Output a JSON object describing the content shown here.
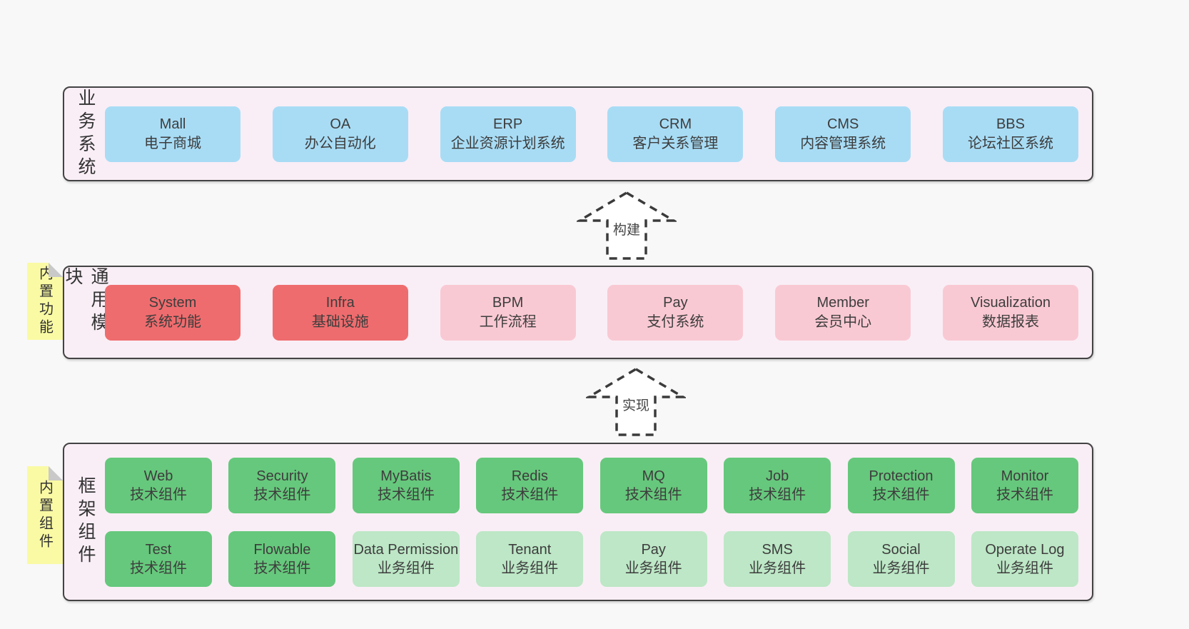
{
  "colors": {
    "pageBg": "#f8f8f8",
    "bandBg": "#f9eef6",
    "bandBorder": "#434343",
    "blue": "#a8dcf5",
    "red": "#ef6c6e",
    "pink": "#f9c9d3",
    "green": "#66c87c",
    "greenLight": "#bde7c6",
    "noteYellow": "#fafaa4",
    "noteFold": "#c9c9c9",
    "text": "#3a3a3a"
  },
  "arrows": [
    {
      "label": "构建"
    },
    {
      "label": "实现"
    }
  ],
  "bands": [
    {
      "label": "业务系统",
      "boxes": [
        {
          "title": "Mall",
          "subtitle": "电子商城"
        },
        {
          "title": "OA",
          "subtitle": "办公自动化"
        },
        {
          "title": "ERP",
          "subtitle": "企业资源计划系统"
        },
        {
          "title": "CRM",
          "subtitle": "客户关系管理"
        },
        {
          "title": "CMS",
          "subtitle": "内容管理系统"
        },
        {
          "title": "BBS",
          "subtitle": "论坛社区系统"
        }
      ]
    },
    {
      "label": "通用模块",
      "note": "内置功能",
      "boxes": [
        {
          "title": "System",
          "subtitle": "系统功能"
        },
        {
          "title": "Infra",
          "subtitle": "基础设施"
        },
        {
          "title": "BPM",
          "subtitle": "工作流程"
        },
        {
          "title": "Pay",
          "subtitle": "支付系统"
        },
        {
          "title": "Member",
          "subtitle": "会员中心"
        },
        {
          "title": "Visualization",
          "subtitle": "数据报表"
        }
      ]
    },
    {
      "label": "框架组件",
      "note": "内置组件",
      "rows": [
        [
          {
            "title": "Web",
            "subtitle": "技术组件"
          },
          {
            "title": "Security",
            "subtitle": "技术组件"
          },
          {
            "title": "MyBatis",
            "subtitle": "技术组件"
          },
          {
            "title": "Redis",
            "subtitle": "技术组件"
          },
          {
            "title": "MQ",
            "subtitle": "技术组件"
          },
          {
            "title": "Job",
            "subtitle": "技术组件"
          },
          {
            "title": "Protection",
            "subtitle": "技术组件"
          },
          {
            "title": "Monitor",
            "subtitle": "技术组件"
          }
        ],
        [
          {
            "title": "Test",
            "subtitle": "技术组件"
          },
          {
            "title": "Flowable",
            "subtitle": "技术组件"
          },
          {
            "title": "Data Permission",
            "subtitle": "业务组件"
          },
          {
            "title": "Tenant",
            "subtitle": "业务组件"
          },
          {
            "title": "Pay",
            "subtitle": "业务组件"
          },
          {
            "title": "SMS",
            "subtitle": "业务组件"
          },
          {
            "title": "Social",
            "subtitle": "业务组件"
          },
          {
            "title": "Operate Log",
            "subtitle": "业务组件"
          }
        ]
      ]
    }
  ]
}
